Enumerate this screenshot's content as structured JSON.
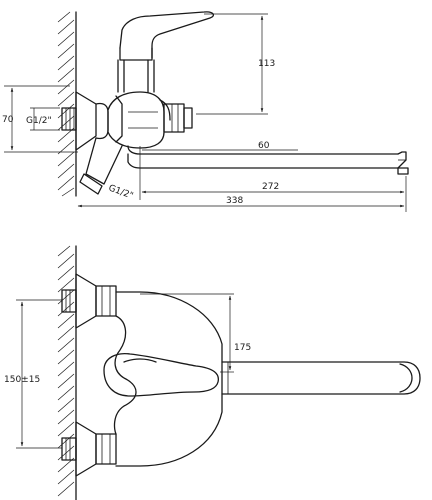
{
  "dimensions": {
    "height_113": "113",
    "height_70": "70",
    "thread_top": "G1/2\"",
    "thread_bottom": "G1/2\"",
    "spout_offset_60": "60",
    "spout_reach_272": "272",
    "overall_338": "338",
    "handle_175": "175",
    "centers_150": "150±15"
  },
  "colors": {
    "line": "#1a1a1a",
    "background": "#ffffff"
  }
}
